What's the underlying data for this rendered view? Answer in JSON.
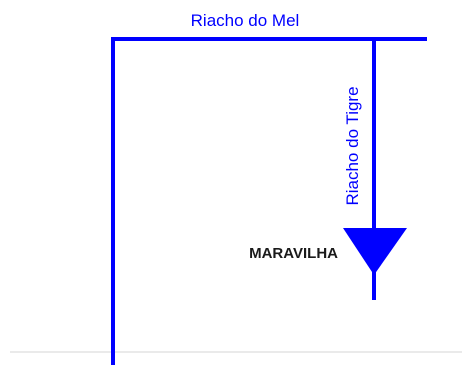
{
  "map": {
    "rivers": [
      {
        "id": "mel",
        "label": "Riacho do Mel"
      },
      {
        "id": "tigre",
        "label": "Riacho do Tigre"
      }
    ],
    "places": [
      {
        "id": "maravilha",
        "label": "MARAVILHA",
        "symbol": "down-triangle-icon"
      }
    ],
    "colors": {
      "river": "#0000ff",
      "place_text": "#1a1a1a",
      "baseline": "#d6d6d6",
      "background": "#ffffff"
    }
  }
}
